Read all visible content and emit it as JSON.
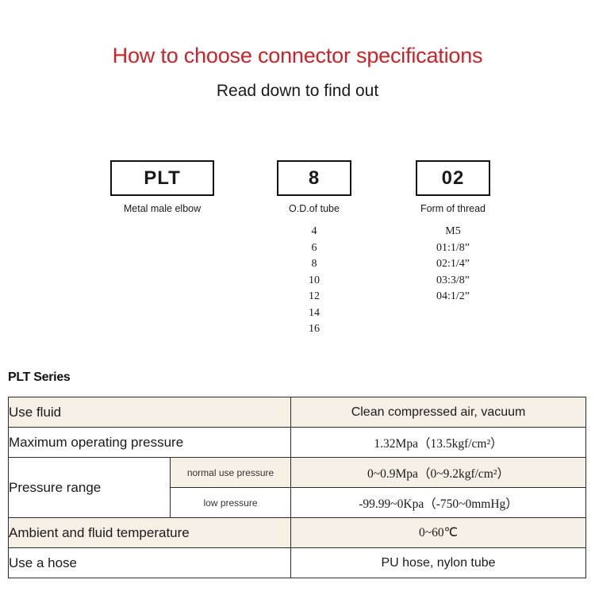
{
  "header": {
    "title": "How to choose connector specifications",
    "subtitle": "Read down to find out",
    "title_color": "#cc2229"
  },
  "code_groups": [
    {
      "code": "PLT",
      "caption": "Metal male elbow",
      "options": []
    },
    {
      "code": "8",
      "caption": "O.D.of tube",
      "options": [
        "4",
        "6",
        "8",
        "10",
        "12",
        "14",
        "16"
      ]
    },
    {
      "code": "02",
      "caption": "Form of thread",
      "options": [
        "M5",
        "01:1/8”",
        "02:1/4”",
        "03:3/8”",
        "04:1/2”"
      ]
    }
  ],
  "spec_table": {
    "heading": "PLT Series",
    "rows": [
      {
        "label": "Use fluid",
        "sub": "",
        "value": "Clean compressed air, vacuum"
      },
      {
        "label": "Maximum operating pressure",
        "sub": "",
        "value": "1.32Mpa（13.5kgf/cm²）"
      },
      {
        "label": "Pressure range",
        "sub": "normal use pressure",
        "value": "0~0.9Mpa（0~9.2kgf/cm²）"
      },
      {
        "label": "",
        "sub": "low pressure",
        "value": "-99.99~0Kpa（-750~0mmHg）"
      },
      {
        "label": "Ambient and fluid temperature",
        "sub": "",
        "value": "0~60℃"
      },
      {
        "label": "Use a hose",
        "sub": "",
        "value": "PU hose, nylon tube"
      }
    ],
    "row_colors": [
      "#f6efe6",
      "#ffffff"
    ]
  }
}
